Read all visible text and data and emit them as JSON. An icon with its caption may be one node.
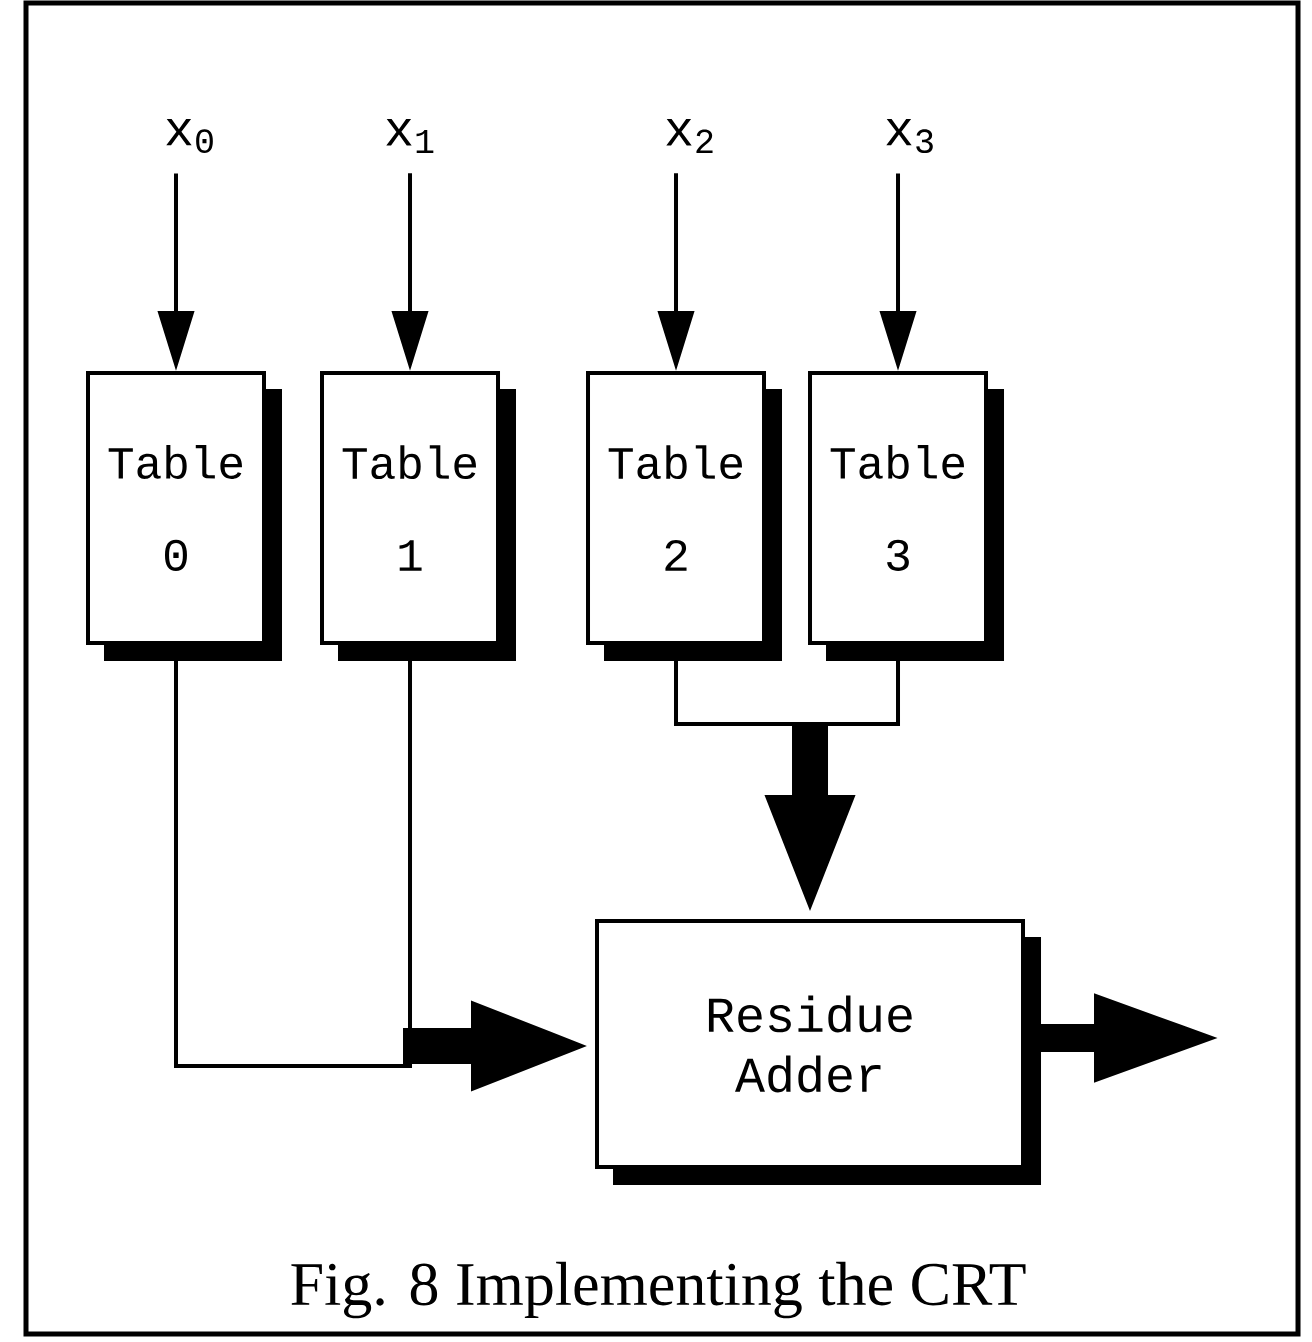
{
  "diagram": {
    "caption": "Fig. 8  Implementing the CRT",
    "nodes": [
      {
        "text": [
          "x$_{0}$"
        ]
      },
      {
        "text": [
          "x$_{1}$"
        ]
      },
      {
        "text": [
          "x$_{2}$"
        ]
      },
      {
        "text": [
          "x$_{3}$"
        ]
      },
      {
        "text": [
          "Table 0"
        ]
      },
      {
        "text": [
          "Table 1"
        ]
      },
      {
        "text": [
          "Table 2"
        ]
      },
      {
        "text": [
          "Table 3"
        ]
      },
      {
        "text": [
          "Residue Adder"
        ]
      }
    ],
    "edges": [
      {
        "from": 0,
        "to": 4,
        "arrow": "to"
      },
      {
        "from": 1,
        "to": 5,
        "arrow": "to"
      },
      {
        "from": 2,
        "to": 6,
        "arrow": "to"
      },
      {
        "from": 3,
        "to": 7,
        "arrow": "to"
      },
      {
        "from": 4,
        "to": 8,
        "arrow": "to"
      },
      {
        "from": 5,
        "to": 8,
        "arrow": "to"
      },
      {
        "from": 6,
        "to": 8,
        "arrow": "to"
      },
      {
        "from": 7,
        "to": 8,
        "arrow": "to"
      },
      {
        "from": 8,
        "to": null,
        "arrow": "to",
        "style": "thick"
      }
    ]
  }
}
